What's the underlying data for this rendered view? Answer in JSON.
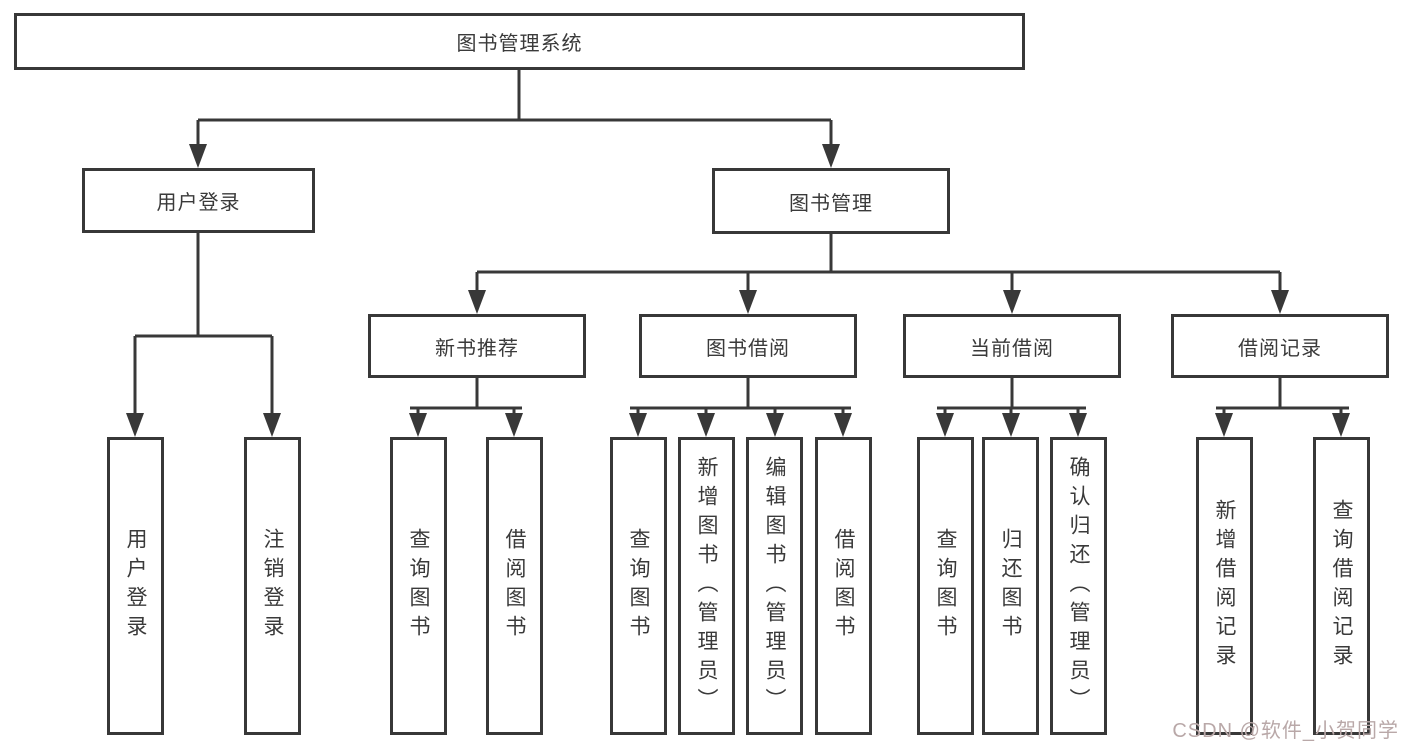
{
  "diagram": {
    "root": {
      "label": "图书管理系统"
    },
    "user_login": {
      "label": "用户登录",
      "children": [
        {
          "label": "用户登录"
        },
        {
          "label": "注销登录"
        }
      ]
    },
    "book_management": {
      "label": "图书管理",
      "children": [
        {
          "label": "新书推荐",
          "children": [
            {
              "label": "查询图书"
            },
            {
              "label": "借阅图书"
            }
          ]
        },
        {
          "label": "图书借阅",
          "children": [
            {
              "label": "查询图书"
            },
            {
              "label": "新增图书（管理员）"
            },
            {
              "label": "编辑图书（管理员）"
            },
            {
              "label": "借阅图书"
            }
          ]
        },
        {
          "label": "当前借阅",
          "children": [
            {
              "label": "查询图书"
            },
            {
              "label": "归还图书"
            },
            {
              "label": "确认归还（管理员）"
            }
          ]
        },
        {
          "label": "借阅记录",
          "children": [
            {
              "label": "新增借阅记录"
            },
            {
              "label": "查询借阅记录"
            }
          ]
        }
      ]
    }
  },
  "watermark": {
    "text": "CSDN @软件_小贺同学"
  },
  "colors": {
    "line": "#383838",
    "text": "#3a3a3a",
    "background": "#ffffff",
    "watermark": "#b9a8a8"
  }
}
